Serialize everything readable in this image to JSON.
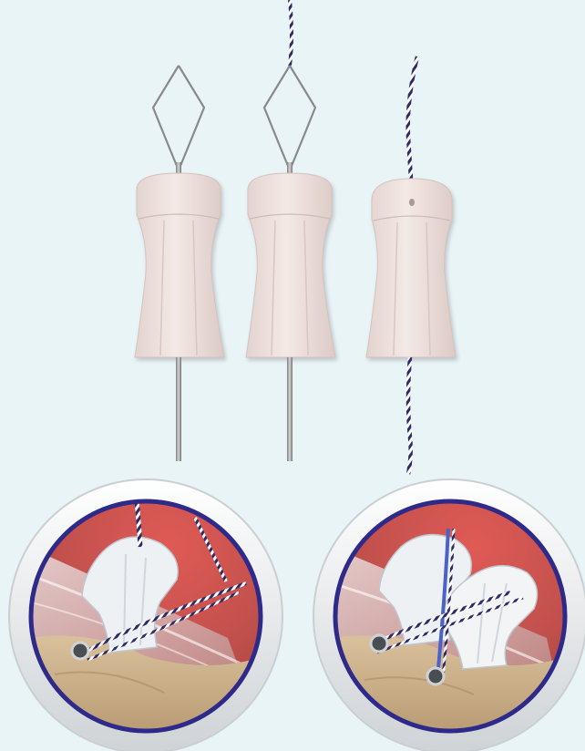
{
  "figure": {
    "background": "#e9f4f6",
    "colors": {
      "device_body": "#efe2df",
      "device_shade": "#d9c8c4",
      "wire": "#9a9a9a",
      "suture_dark": "#2e2a66",
      "suture_light": "#ffffff",
      "muscle": "#c94c48",
      "bone": "#cfb48f",
      "ring_border": "#2d2a8a",
      "ring_outer": "#f4f6f7"
    },
    "panels": {
      "top": [
        {
          "state": "wire-loop-threader"
        },
        {
          "state": "suture-in-loop"
        },
        {
          "state": "suture-passed-through"
        }
      ],
      "bottom": [
        {
          "state": "single-device-on-tissue"
        },
        {
          "state": "two-devices-on-tissue"
        }
      ]
    }
  }
}
